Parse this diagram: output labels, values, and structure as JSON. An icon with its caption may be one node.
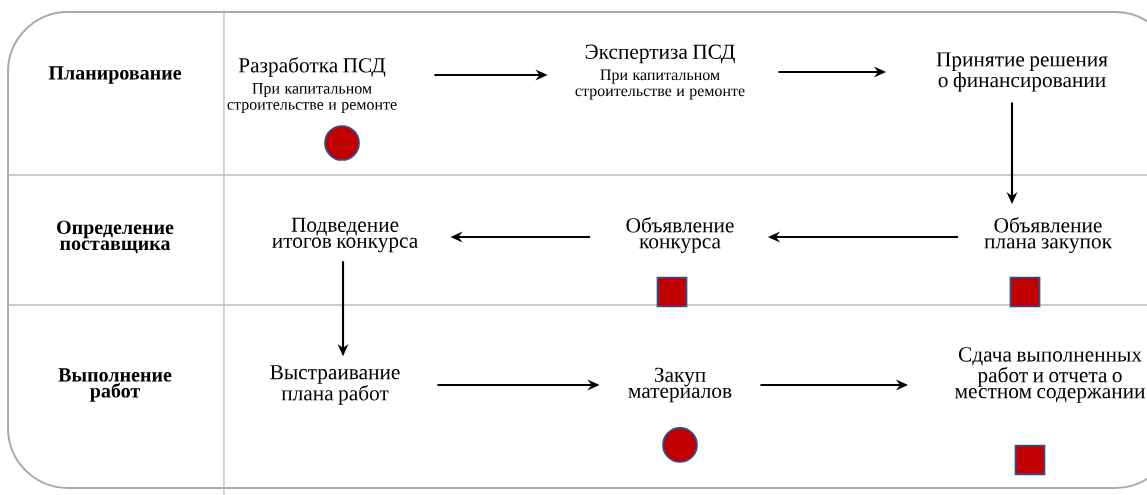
{
  "diagram": {
    "nodes": [
      {
        "text": [
          "Планирование"
        ]
      },
      {
        "text": [
          "Разработка ПСД",
          "При капитальном строительстве и ремонте"
        ]
      },
      {
        "text": [],
        "shape": "circle"
      },
      {
        "text": [
          "Экспертиза ПСД",
          "При капитальном строительстве и ремонте"
        ]
      },
      {
        "text": [
          "Принятие решения о финансировании"
        ]
      },
      {
        "text": [
          "Определение поставщика"
        ]
      },
      {
        "text": [
          "Подведение итогов конкурса"
        ]
      },
      {
        "text": [
          "Объявление конкурса"
        ]
      },
      {
        "text": [],
        "shape": "box"
      },
      {
        "text": [
          "Объявление плана закупок"
        ]
      },
      {
        "text": [],
        "shape": "box"
      },
      {
        "text": [
          "Выполнение работ"
        ]
      },
      {
        "text": [
          "Выстраивание плана работ"
        ]
      },
      {
        "text": [
          "Закуп материалов"
        ]
      },
      {
        "text": [],
        "shape": "circle"
      },
      {
        "text": [
          "Сдача выполненных работ и отчета о местном содержании"
        ]
      },
      {
        "text": [],
        "shape": "box"
      }
    ],
    "edges": [
      {
        "from": 1,
        "to": 3,
        "arrow": "to"
      },
      {
        "from": 3,
        "to": 4,
        "arrow": "to"
      },
      {
        "from": 4,
        "to": 9,
        "arrow": "to"
      },
      {
        "from": 9,
        "to": 7,
        "arrow": "to"
      },
      {
        "from": 7,
        "to": 6,
        "arrow": "to"
      },
      {
        "from": 6,
        "to": 12,
        "arrow": "to"
      },
      {
        "from": 12,
        "to": 13,
        "arrow": "to"
      },
      {
        "from": 13,
        "to": 15,
        "arrow": "to"
      }
    ]
  }
}
